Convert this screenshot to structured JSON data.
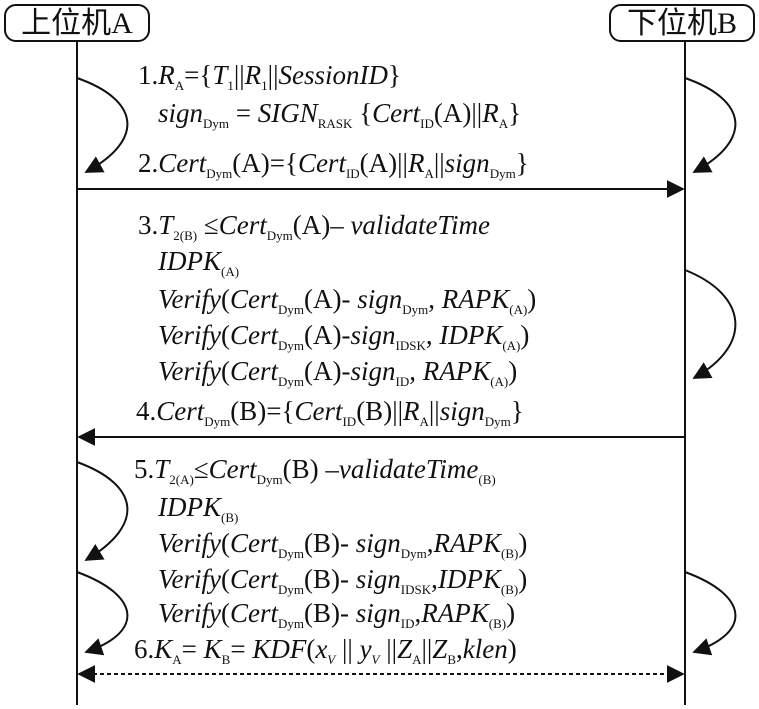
{
  "actors": {
    "a": "上位机A",
    "b": "下位机B"
  },
  "steps": {
    "s1": {
      "num": "1.",
      "ra": "R",
      "ra_sub": "A",
      "eq": "={",
      "t1": "T",
      "t1_sub": "1",
      "sep1": "||",
      "r1": "R",
      "r1_sub": "1",
      "sep2": "||",
      "session": "SessionID",
      "close": "}",
      "sign": "sign",
      "sign_sub": "Dym",
      "eq2": " = ",
      "sig": "SIGN",
      "sig_sub": "RASK",
      "open": " {",
      "cert": "Cert",
      "cert_sub": "ID",
      "arg": "(A)",
      "sep3": "||",
      "ra2": "R",
      "ra2_sub": "A",
      "close2": "}"
    },
    "s2": {
      "num": "2.",
      "cert": "Cert",
      "cert_sub": "Dym",
      "arg": "(A)",
      "eq": "={",
      "cert2": "Cert",
      "cert2_sub": "ID",
      "arg2": "(A)",
      "sep1": "||",
      "ra": "R",
      "ra_sub": "A",
      "sep2": "||",
      "sign": "sign",
      "sign_sub": "Dym",
      "close": "}"
    },
    "s3": {
      "num": "3.",
      "t": "T",
      "t_sub": "2(B)",
      "le": " ≤",
      "cert": "Cert",
      "cert_sub": "Dym",
      "arg": "(A)",
      "minus": "– ",
      "vt": "validateTime",
      "idpk": "IDPK",
      "idpk_sub": "(A)",
      "v1": {
        "verify": "Verify",
        "op": "(",
        "cert": "Cert",
        "cert_sub": "Dym",
        "arg": "(A)",
        "dash": "- ",
        "sign": "sign",
        "sign_sub": "Dym",
        "comma": ", ",
        "key": "RAPK",
        "key_sub": "(A)",
        "cl": ")"
      },
      "v2": {
        "verify": "Verify",
        "op": "(",
        "cert": "Cert",
        "cert_sub": "Dym",
        "arg": "(A)",
        "dash": "-",
        "sign": "sign",
        "sign_sub": "IDSK",
        "comma": ", ",
        "key": "IDPK",
        "key_sub": "(A)",
        "cl": ")"
      },
      "v3": {
        "verify": "Verify",
        "op": "(",
        "cert": "Cert",
        "cert_sub": "Dym",
        "arg": "(A)",
        "dash": "-",
        "sign": "sign",
        "sign_sub": "ID",
        "comma": ", ",
        "key": "RAPK",
        "key_sub": "(A)",
        "cl": ")"
      }
    },
    "s4": {
      "num": "4.",
      "cert": "Cert",
      "cert_sub": "Dym",
      "arg": "(B)",
      "eq": "={",
      "cert2": "Cert",
      "cert2_sub": "ID",
      "arg2": "(B)",
      "sep1": "||",
      "ra": "R",
      "ra_sub": "A",
      "sep2": "||",
      "sign": "sign",
      "sign_sub": "Dym",
      "close": "}"
    },
    "s5": {
      "num": "5.",
      "t": "T",
      "t_sub": "2(A)",
      "le": "≤",
      "cert": "Cert",
      "cert_sub": "Dym",
      "arg": "(B) –",
      "vt": "validateTime",
      "vt_sub": "(B)",
      "idpk": "IDPK",
      "idpk_sub": "(B)",
      "v1": {
        "verify": "Verify",
        "op": "(",
        "cert": "Cert",
        "cert_sub": "Dym",
        "arg": "(B)",
        "dash": "- ",
        "sign": "sign",
        "sign_sub": "Dym",
        "comma": ",",
        "key": "RAPK",
        "key_sub": "(B)",
        "cl": ")"
      },
      "v2": {
        "verify": "Verify",
        "op": "(",
        "cert": "Cert",
        "cert_sub": "Dym",
        "arg": "(B)",
        "dash": "- ",
        "sign": "sign",
        "sign_sub": "IDSK",
        "comma": ",",
        "key": "IDPK",
        "key_sub": "(B)",
        "cl": ")"
      },
      "v3": {
        "verify": "Verify",
        "op": "(",
        "cert": "Cert",
        "cert_sub": "Dym",
        "arg": "(B)",
        "dash": "- ",
        "sign": "sign",
        "sign_sub": "ID",
        "comma": ",",
        "key": "RAPK",
        "key_sub": "(B)",
        "cl": ")"
      }
    },
    "s6": {
      "num": "6.",
      "ka": "K",
      "ka_sub": "A",
      "eq1": "= ",
      "kb": "K",
      "kb_sub": "B",
      "eq2": "= ",
      "kdf": "KDF",
      "op": "(",
      "xv": "x",
      "xv_sub": "V",
      "sep1": " || ",
      "yv": "y",
      "yv_sub": "V",
      "sep2": " ||",
      "za": "Z",
      "za_sub": "A",
      "sep3": "||",
      "zb": "Z",
      "zb_sub": "B",
      "comma": ",",
      "klen": "klen",
      "cl": ")"
    }
  }
}
